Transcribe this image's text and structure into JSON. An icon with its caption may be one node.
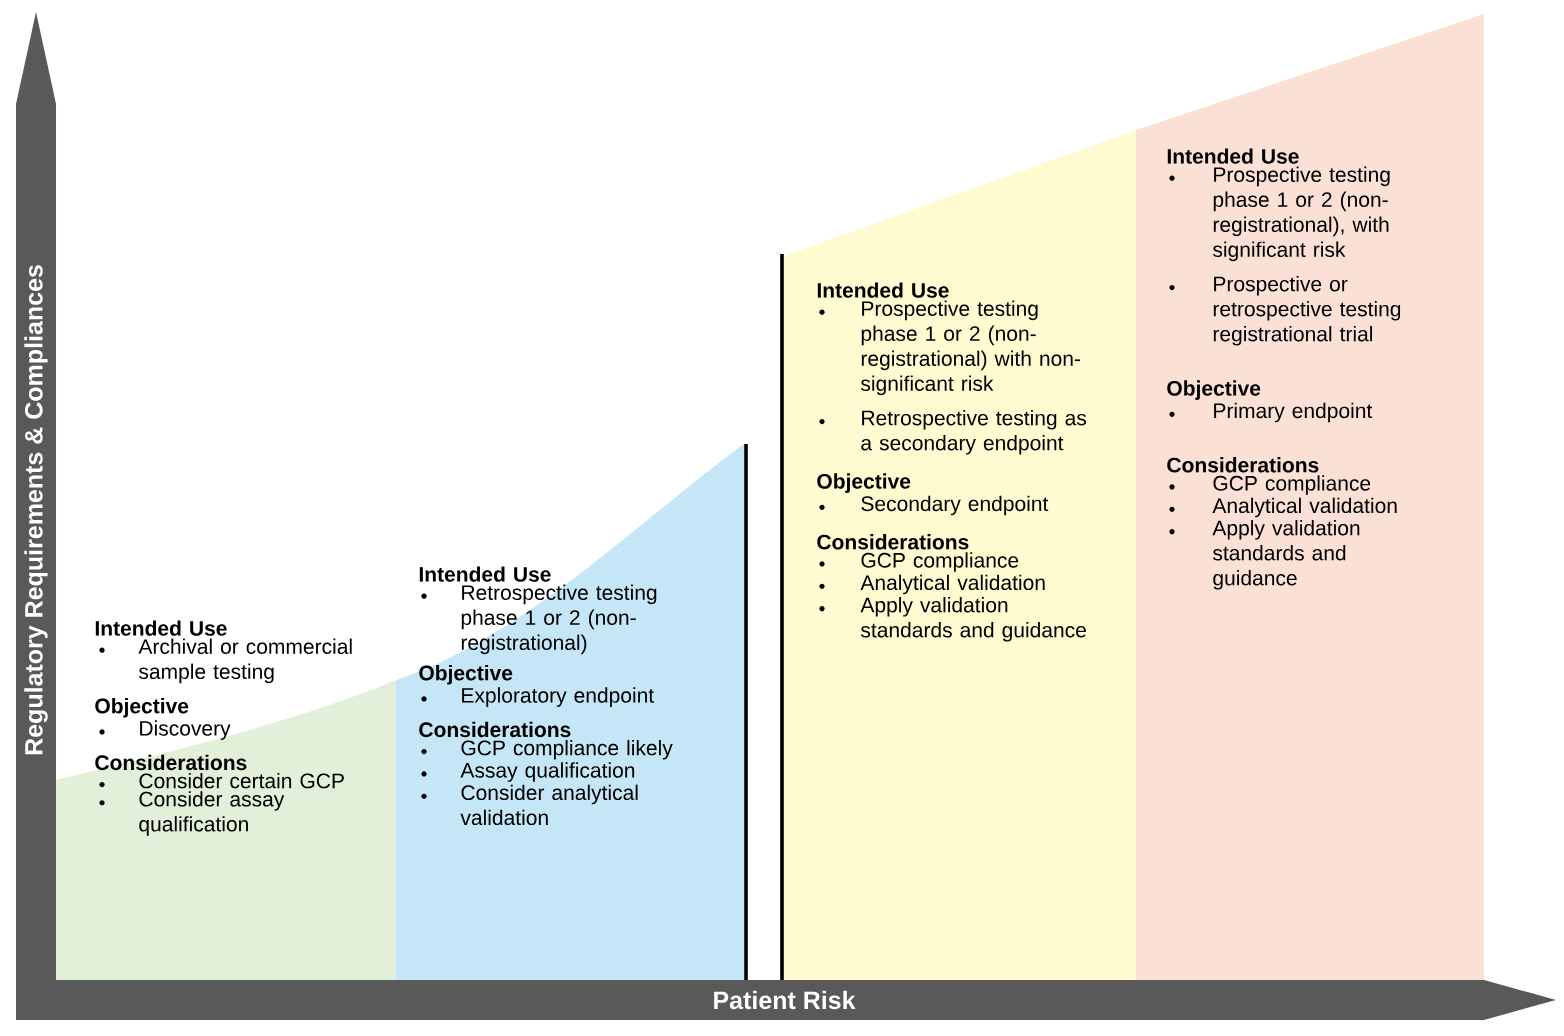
{
  "diagram": {
    "nodes": [
      {
        "text": [
          "Intended Use",
          "Archival or commercial sample testing",
          "Objective",
          "Discovery",
          "Considerations",
          "Consider certain GCP",
          "Consider assay qualification"
        ]
      },
      {
        "text": [
          "Intended Use",
          "Retrospective testing phase 1 or 2 (non-registrational)",
          "Objective",
          "Exploratory endpoint",
          "Considerations",
          "GCP compliance likely",
          "Assay qualification",
          "Consider analytical validation"
        ]
      },
      {
        "text": [
          "Intended Use",
          "Prospective testing phase 1 or 2 (non-registrational) with non-significant risk",
          "Retrospective testing as a secondary endpoint",
          "Objective",
          "Secondary endpoint",
          "Considerations",
          "GCP compliance",
          "Analytical validation",
          "Apply validation standards and guidance"
        ]
      },
      {
        "text": [
          "Intended Use",
          "Prospective testing phase 1 or 2 (non-registrational), with significant risk",
          "Prospective or retrospective testing registrational trial",
          "Objective",
          "Primary endpoint",
          "Considerations",
          "GCP compliance",
          "Analytical validation",
          "Apply validation standards and guidance"
        ]
      }
    ],
    "labels": [
      "Regulatory Requirements & Compliances",
      "Patient Risk"
    ]
  }
}
